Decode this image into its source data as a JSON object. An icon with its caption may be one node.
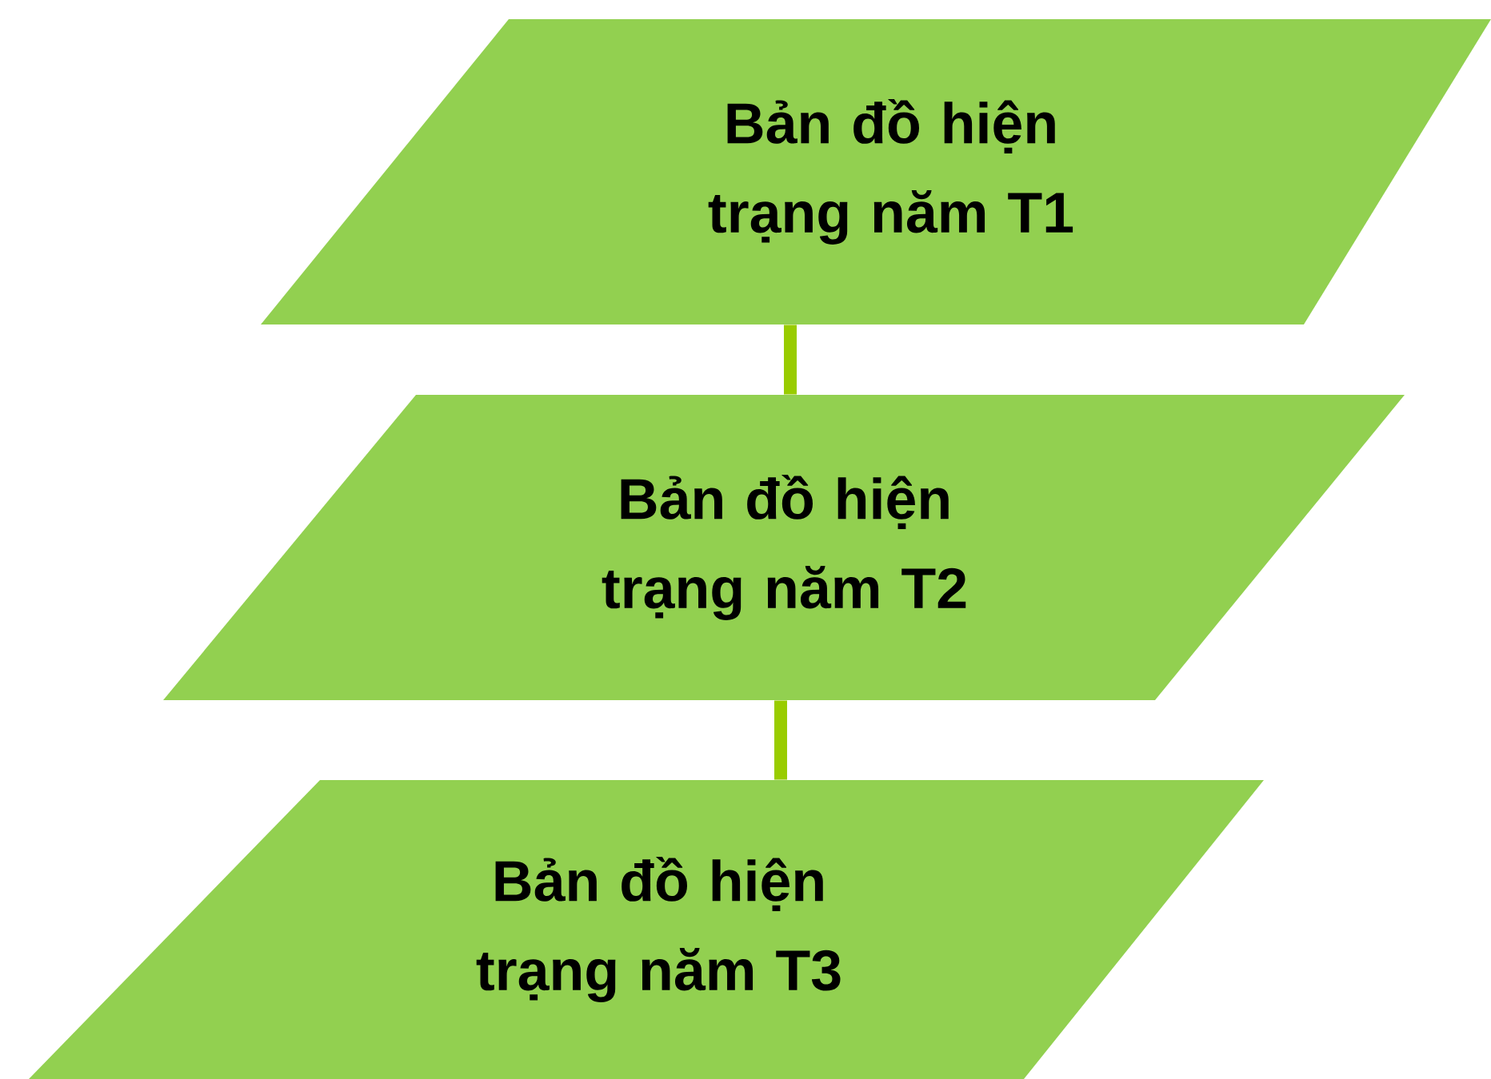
{
  "diagram": {
    "nodes": [
      {
        "text": [
          "Bản đồ hiện trạng năm T1"
        ]
      },
      {
        "text": [
          "Bản đồ hiện trạng năm T2"
        ]
      },
      {
        "text": [
          "Bản đồ hiện trạng năm T3"
        ]
      }
    ],
    "edges": [
      {
        "from": 0,
        "to": 1,
        "arrow": "none",
        "color": "#99cc00"
      },
      {
        "from": 1,
        "to": 2,
        "arrow": "none",
        "color": "#99cc00"
      }
    ]
  }
}
